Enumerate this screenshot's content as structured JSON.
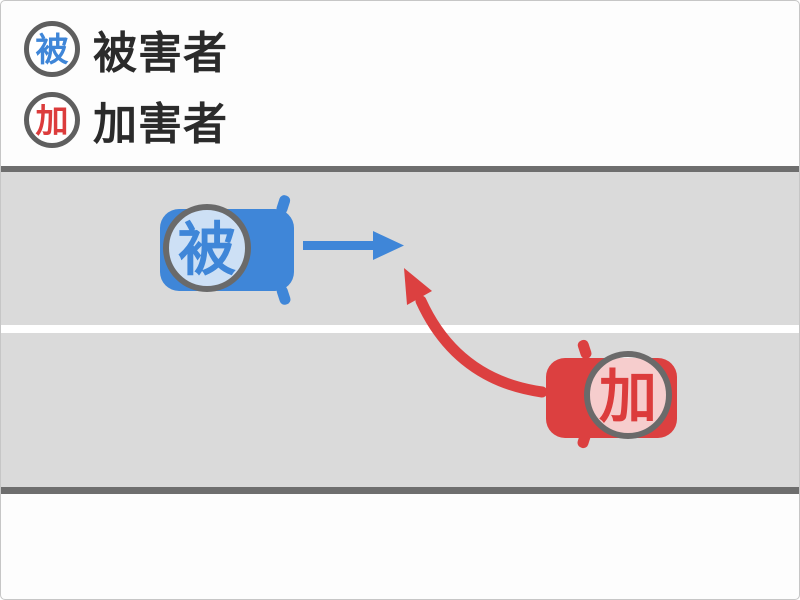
{
  "legend": {
    "items": [
      {
        "badge_char": "被",
        "label": "被害者",
        "role": "victim"
      },
      {
        "badge_char": "加",
        "label": "加害者",
        "role": "aggressor"
      }
    ]
  },
  "diagram": {
    "victim_car_badge": "被",
    "aggressor_car_badge": "加",
    "victim_motion": "straight-right",
    "aggressor_motion": "lane-change-curve-toward-victim-lane"
  },
  "colors": {
    "victim_blue": "#3f86d8",
    "aggressor_red": "#dc4040",
    "road_surface": "#dadada",
    "road_edge_line": "#6e6e6e",
    "lane_divider": "#ffffff",
    "badge_ring": "#666666",
    "legend_text": "#2b2b2b"
  }
}
